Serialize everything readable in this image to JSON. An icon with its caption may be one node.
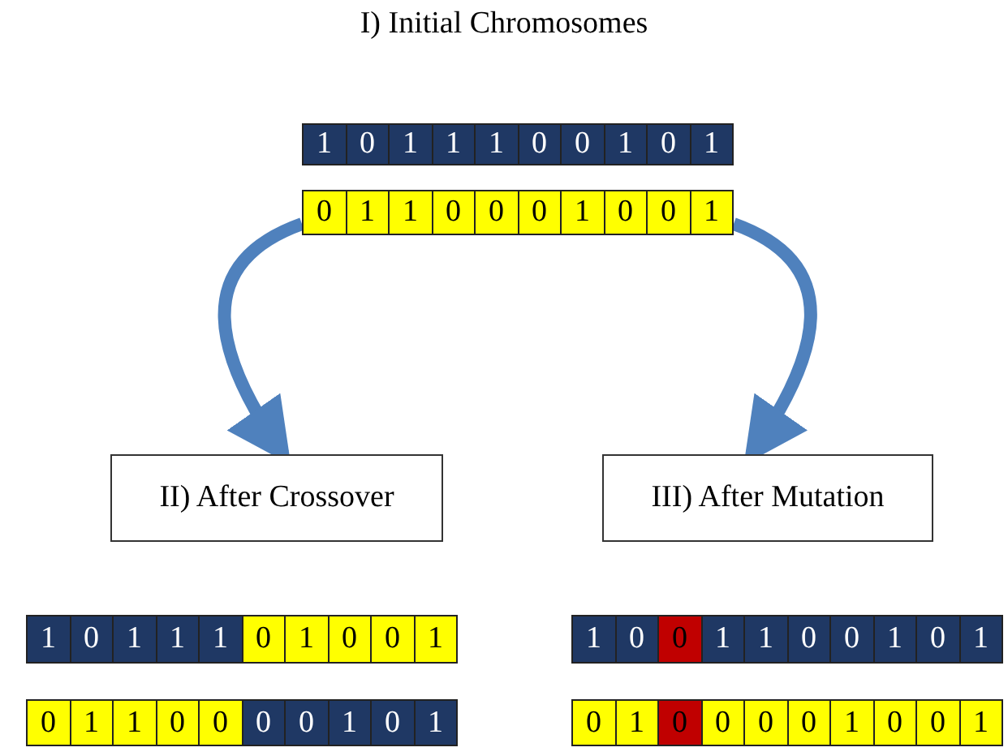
{
  "diagram": {
    "title": "I) Initial Chromosomes",
    "nodes": [
      {
        "text": [
          "1",
          "0",
          "1",
          "1",
          "1",
          "0",
          "0",
          "1",
          "0",
          "1"
        ]
      },
      {
        "text": [
          "0",
          "1",
          "1",
          "0",
          "0",
          "0",
          "1",
          "0",
          "0",
          "1"
        ]
      },
      {
        "text": [
          "II) After Crossover"
        ]
      },
      {
        "text": [
          "III) After Mutation"
        ]
      },
      {
        "text": [
          "1",
          "0",
          "1",
          "1",
          "1",
          "0",
          "1",
          "0",
          "0",
          "1"
        ]
      },
      {
        "text": [
          "0",
          "1",
          "1",
          "0",
          "0",
          "0",
          "0",
          "1",
          "0",
          "1"
        ]
      },
      {
        "text": [
          "1",
          "0",
          "0",
          "1",
          "1",
          "0",
          "0",
          "1",
          "0",
          "1"
        ]
      },
      {
        "text": [
          "0",
          "1",
          "0",
          "0",
          "0",
          "0",
          "1",
          "0",
          "0",
          "1"
        ]
      }
    ],
    "edges": [
      {
        "from": 1,
        "to": 2,
        "arrow": "to"
      },
      {
        "from": 1,
        "to": 3,
        "arrow": "to"
      }
    ]
  }
}
